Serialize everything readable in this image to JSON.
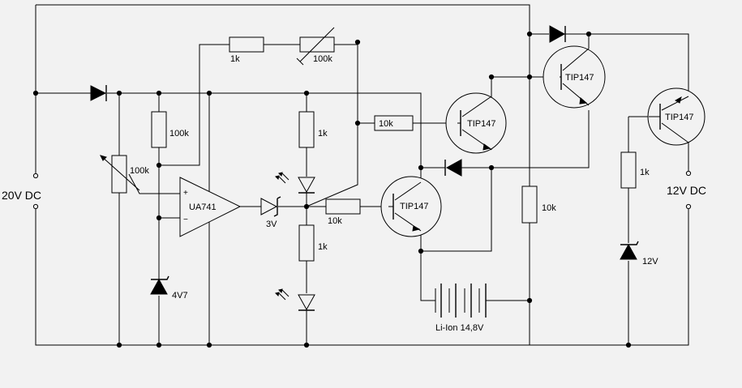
{
  "supply": {
    "input_label": "20V DC",
    "output_label": "12V DC"
  },
  "opamp": {
    "label": "UA741",
    "plus": "+",
    "minus": "−"
  },
  "transistors": {
    "t1": "TIP147",
    "t2": "TIP147",
    "t3": "TIP147",
    "t4": "TIP147"
  },
  "resistors": {
    "top_fixed": "1k",
    "top_trim": "100k",
    "r_100k": "100k",
    "pot_100k": "100k",
    "led_upper": "1k",
    "led_lower": "1k",
    "base_10k_top": "10k",
    "base_10k_mid": "10k",
    "r_10k_right": "10k",
    "r_1k_zener": "1k"
  },
  "diodes": {
    "zener_4v7": "4V7",
    "zener_3v": "3V",
    "zener_12v": "12V"
  },
  "battery": {
    "label": "Li-Ion 14,8V"
  }
}
